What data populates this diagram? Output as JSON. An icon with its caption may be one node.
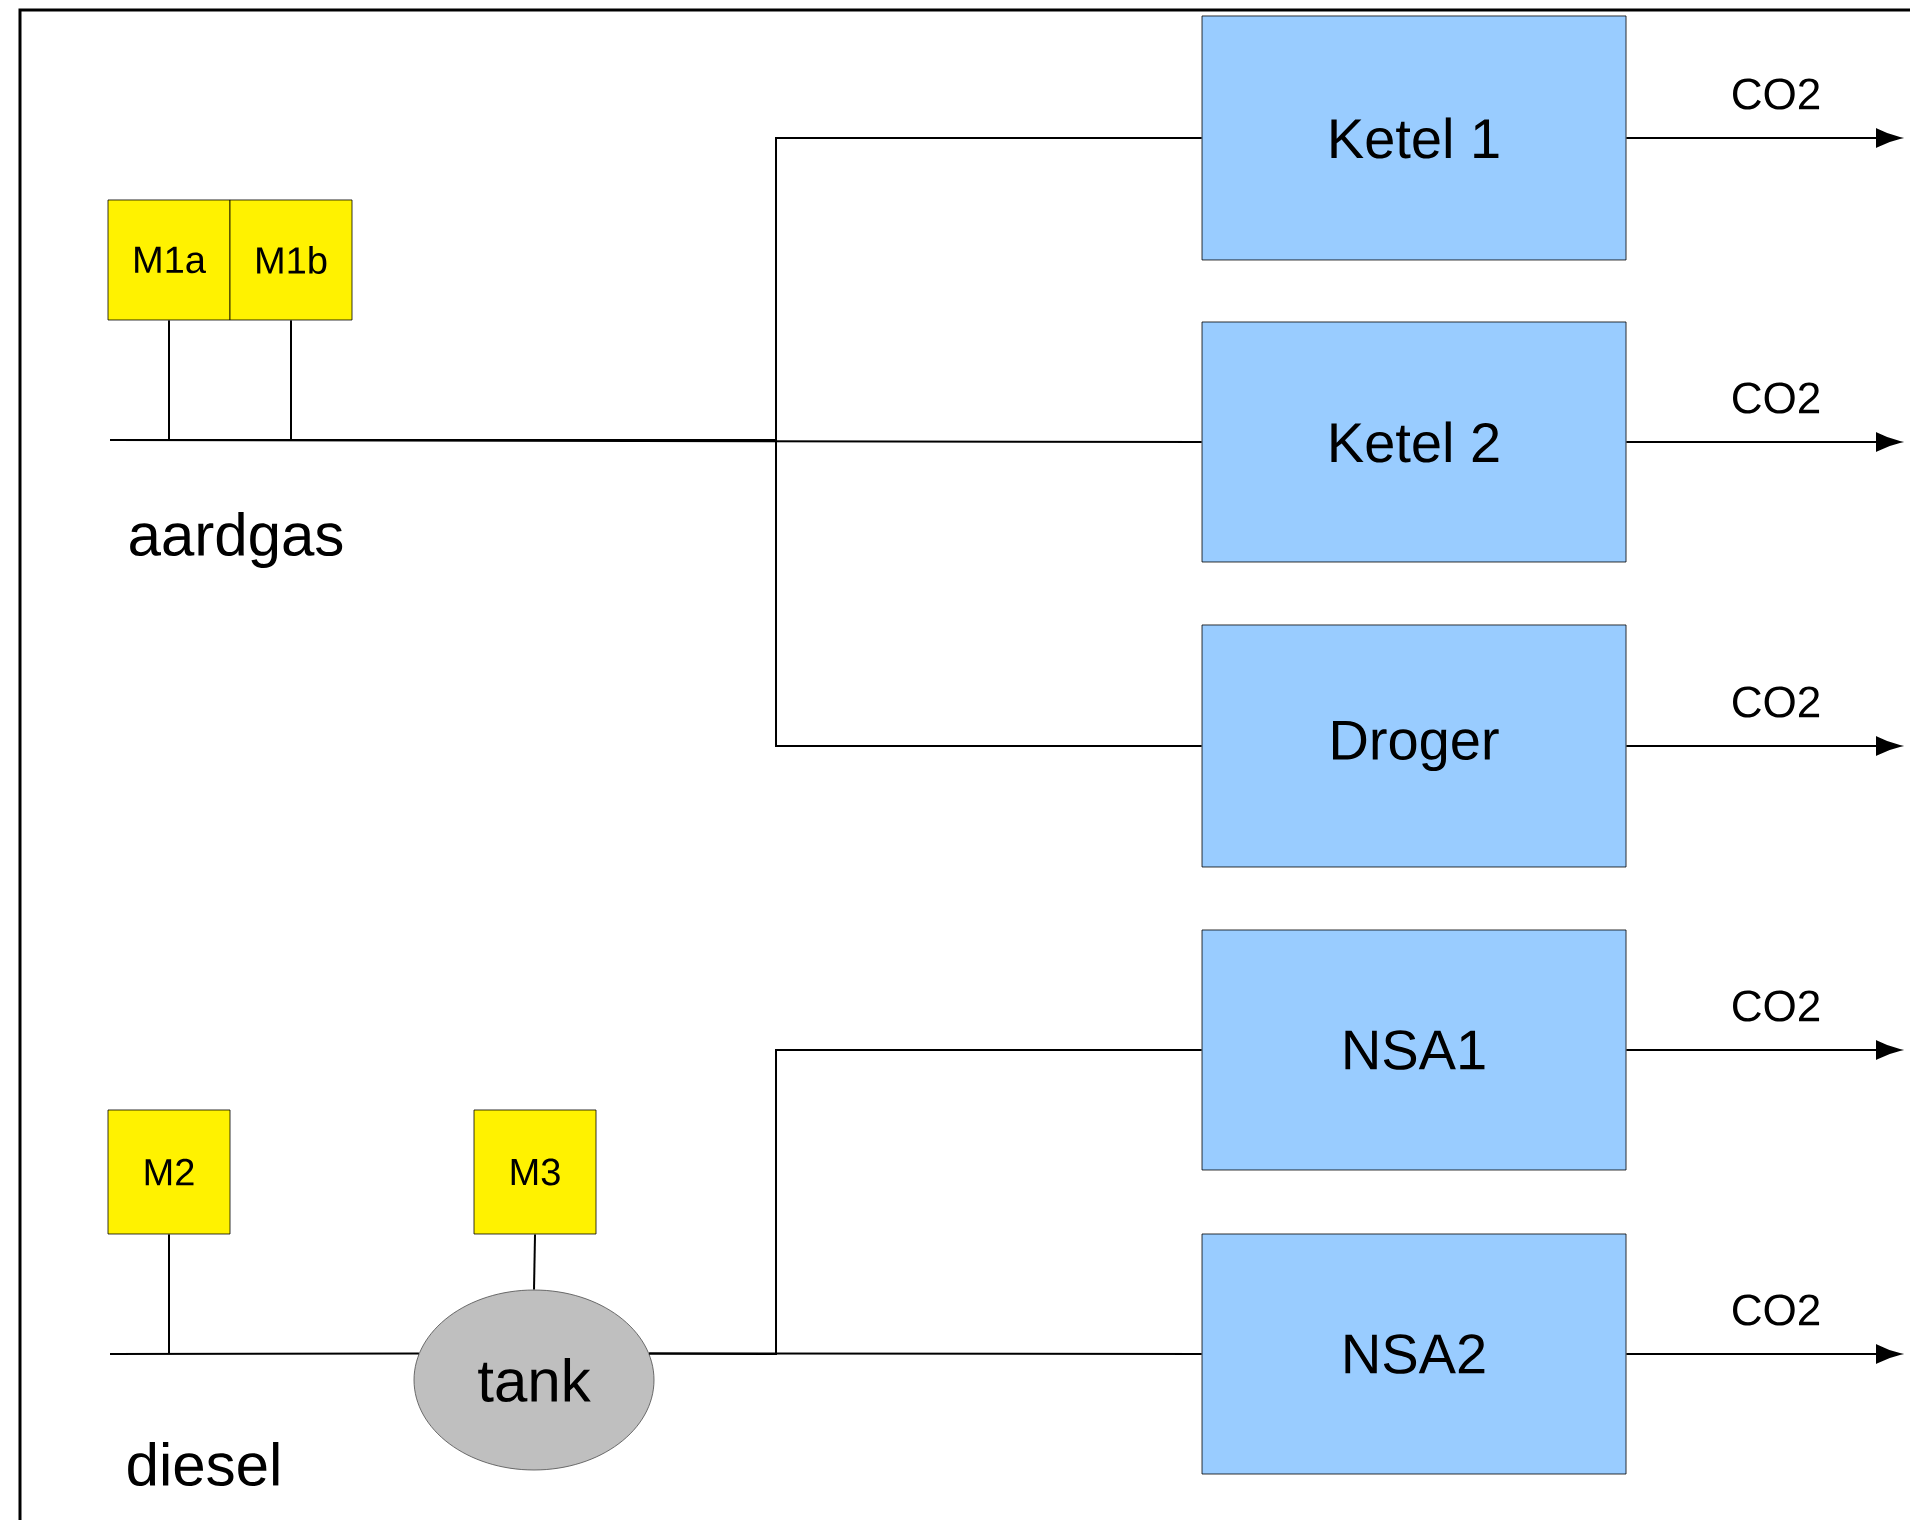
{
  "diagram": {
    "nodes": [
      {
        "text": [
          "Ketel 1"
        ]
      },
      {
        "text": [
          "M1a"
        ]
      },
      {
        "text": [
          "M1b"
        ]
      },
      {
        "text": [
          "Ketel 2"
        ]
      },
      {
        "text": [
          "Droger"
        ]
      },
      {
        "text": [
          "NSA1"
        ]
      },
      {
        "text": [
          "M2"
        ]
      },
      {
        "text": [
          "M3"
        ]
      },
      {
        "text": [
          "NSA2"
        ]
      },
      {
        "text": [
          "tank"
        ]
      }
    ],
    "edges": [
      {
        "from": null,
        "to": 0,
        "arrow": "none"
      },
      {
        "from": null,
        "to": 3,
        "arrow": "none"
      },
      {
        "from": null,
        "to": 4,
        "arrow": "none"
      },
      {
        "from": 1,
        "to": null,
        "arrow": "none"
      },
      {
        "from": 2,
        "to": null,
        "arrow": "none"
      },
      {
        "from": null,
        "to": 9,
        "arrow": "none"
      },
      {
        "from": 9,
        "to": 5,
        "arrow": "none"
      },
      {
        "from": 9,
        "to": 8,
        "arrow": "none"
      },
      {
        "from": 6,
        "to": null,
        "arrow": "none"
      },
      {
        "from": 7,
        "to": 9,
        "arrow": "none"
      },
      {
        "from": 0,
        "to": null,
        "arrow": "to",
        "label": "CO2"
      },
      {
        "from": 3,
        "to": null,
        "arrow": "to",
        "label": "CO2"
      },
      {
        "from": 4,
        "to": null,
        "arrow": "to",
        "label": "CO2"
      },
      {
        "from": 5,
        "to": null,
        "arrow": "to",
        "label": "CO2"
      },
      {
        "from": 8,
        "to": null,
        "arrow": "to",
        "label": "CO2"
      }
    ],
    "labels": [
      "aardgas",
      "diesel"
    ]
  }
}
